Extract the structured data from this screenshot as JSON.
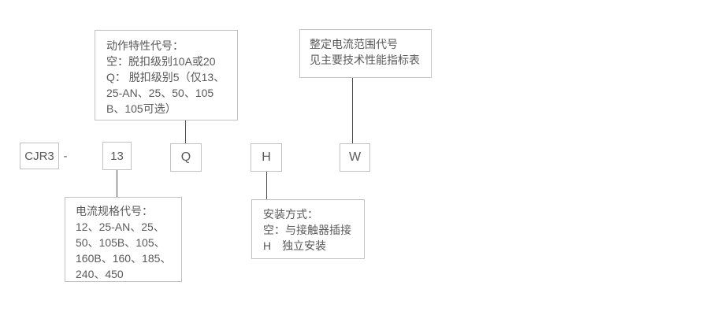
{
  "model_code": {
    "prefix": "CJR3",
    "separator": "-",
    "segments": [
      "13",
      "Q",
      "H",
      "W"
    ]
  },
  "callouts": {
    "action_characteristic": {
      "lines": [
        "动作特性代号：",
        "空：脱扣级别10A或20",
        "Q： 脱扣级别5（仅13、",
        "25-AN、25、50、105",
        "B、105可选）"
      ]
    },
    "setting_current_range": {
      "lines": [
        "整定电流范围代号",
        "见主要技术性能指标表"
      ]
    },
    "current_spec": {
      "lines": [
        "电流规格代号：",
        "12、25-AN、25、",
        "50、105B、105、",
        "160B、160、185、",
        "240、450"
      ]
    },
    "mounting_type": {
      "lines": [
        "安装方式：",
        "空：与接触器插接",
        "H　独立安装"
      ]
    }
  },
  "colors": {
    "background": "#ffffff",
    "box_border": "#c2c2c2",
    "text": "#595959",
    "connector": "#4f4f4f"
  }
}
